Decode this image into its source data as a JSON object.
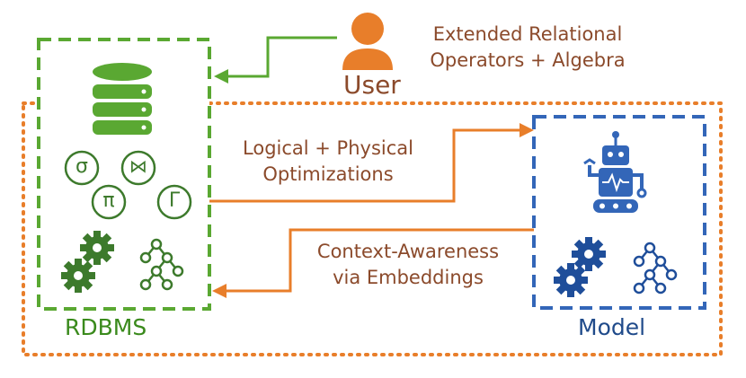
{
  "user": {
    "label": "User"
  },
  "operators_note": {
    "line1": "Extended Relational",
    "line2": "Operators + Algebra"
  },
  "optimizations": {
    "line1": "Logical + Physical",
    "line2": "Optimizations"
  },
  "context": {
    "line1": "Context-Awareness",
    "line2": "via Embeddings"
  },
  "rdbms": {
    "label": "RDBMS",
    "ops": {
      "select": "σ",
      "join": "⋈",
      "project": "π",
      "aggregate": "Γ"
    }
  },
  "model": {
    "label": "Model"
  },
  "colors": {
    "green": "#5aa832",
    "dark_green": "#3d7a2c",
    "blue": "#3366b8",
    "orange": "#e87e2a",
    "brown": "#8b4a2b"
  },
  "icons": [
    "user-icon",
    "database-icon",
    "gears-icon",
    "tree-network-icon",
    "robot-icon"
  ]
}
